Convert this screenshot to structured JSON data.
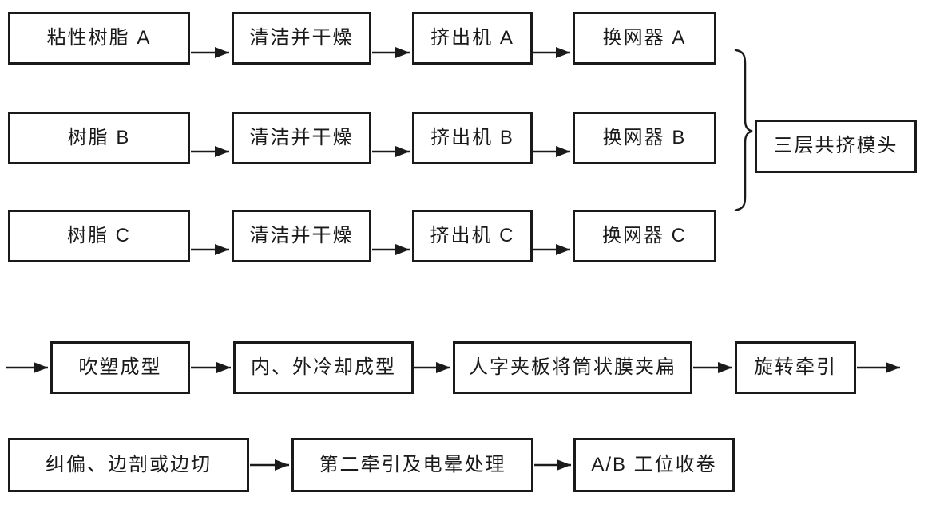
{
  "diagram": {
    "type": "flowchart",
    "background_color": "#ffffff",
    "line_color": "#1a1a1a",
    "nodes": {
      "resin_a": "粘性树脂 A",
      "clean_dry_a": "清洁并干燥",
      "extruder_a": "挤出机 A",
      "screen_changer_a": "换网器 A",
      "resin_b": "树脂 B",
      "clean_dry_b": "清洁并干燥",
      "extruder_b": "挤出机 B",
      "screen_changer_b": "换网器 B",
      "resin_c": "树脂 C",
      "clean_dry_c": "清洁并干燥",
      "extruder_c": "挤出机 C",
      "screen_changer_c": "换网器 C",
      "die_head": "三层共挤模头",
      "blow_molding": "吹塑成型",
      "cooling": "内、外冷却成型",
      "collapsing": "人字夹板将筒状膜夹扁",
      "rotary_haul": "旋转牵引",
      "edge_correction": "纠偏、边剖或边切",
      "second_haul_corona": "第二牵引及电晕处理",
      "ab_winding": "A/B 工位收卷"
    },
    "flows": [
      [
        "resin_a",
        "clean_dry_a",
        "extruder_a",
        "screen_changer_a"
      ],
      [
        "resin_b",
        "clean_dry_b",
        "extruder_b",
        "screen_changer_b"
      ],
      [
        "resin_c",
        "clean_dry_c",
        "extruder_c",
        "screen_changer_c"
      ],
      [
        "screen_changer_a+screen_changer_b+screen_changer_c (brace merge)",
        "die_head"
      ],
      [
        "(incoming arrow)",
        "blow_molding",
        "cooling",
        "collapsing",
        "rotary_haul",
        "(outgoing arrow)"
      ],
      [
        "edge_correction",
        "second_haul_corona",
        "ab_winding"
      ]
    ]
  }
}
